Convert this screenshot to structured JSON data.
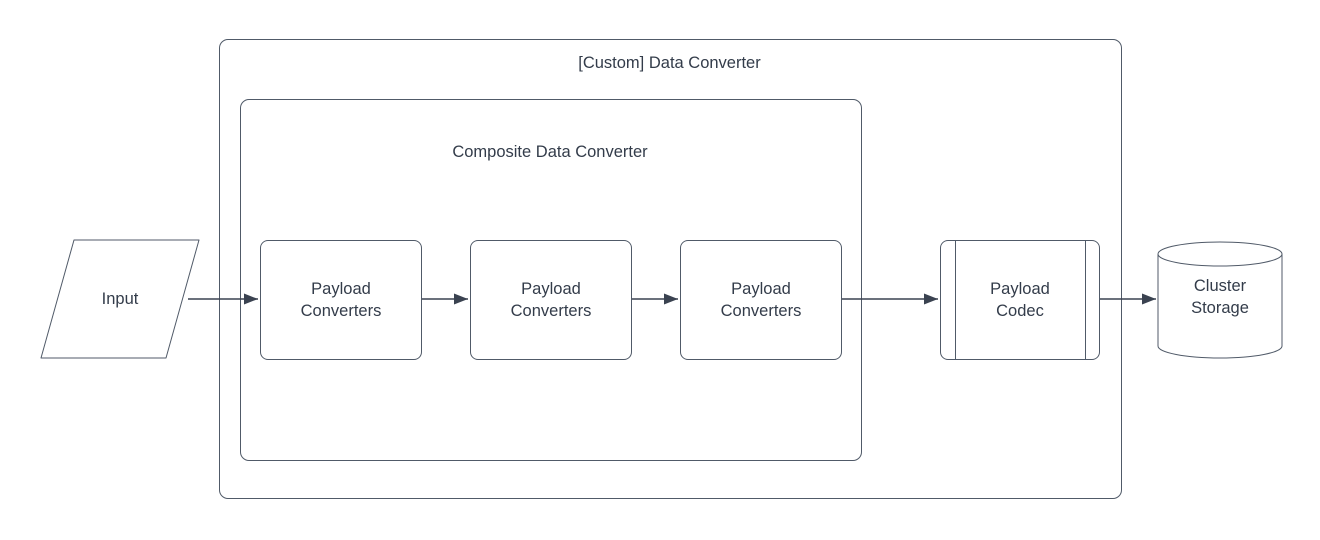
{
  "diagram": {
    "outer_group": {
      "title": "[Custom] Data Converter"
    },
    "inner_group": {
      "title": "Composite Data Converter"
    },
    "nodes": {
      "input": {
        "label": "Input",
        "shape": "parallelogram"
      },
      "payload_converters": [
        {
          "label": "Payload Converters",
          "shape": "rounded-rectangle"
        },
        {
          "label": "Payload Converters",
          "shape": "rounded-rectangle"
        },
        {
          "label": "Payload Converters",
          "shape": "rounded-rectangle"
        }
      ],
      "payload_codec": {
        "label": "Payload Codec",
        "shape": "subroutine"
      },
      "cluster_storage": {
        "label": "Cluster Storage",
        "shape": "cylinder"
      }
    },
    "edges": [
      {
        "from": "input",
        "to": "payload_converters_1"
      },
      {
        "from": "payload_converters_1",
        "to": "payload_converters_2"
      },
      {
        "from": "payload_converters_2",
        "to": "payload_converters_3"
      },
      {
        "from": "payload_converters_3",
        "to": "payload_codec"
      },
      {
        "from": "payload_codec",
        "to": "cluster_storage"
      }
    ],
    "colors": {
      "background": "#ffffff",
      "shape_fill": "#ffffff",
      "stroke": "#505a68",
      "arrow": "#3a4250",
      "text": "#333c4a"
    }
  }
}
